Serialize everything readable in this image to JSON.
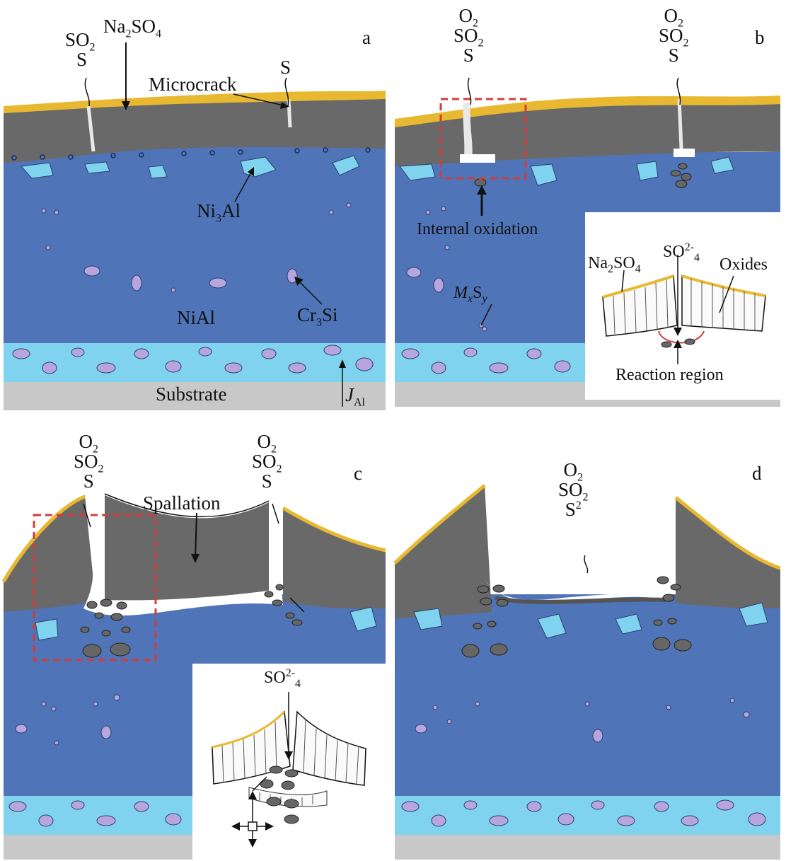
{
  "panels": {
    "a": {
      "letter": "a",
      "gas_so2": "SO",
      "gas_so2_sub": "2",
      "gas_s": "S",
      "salt_pre": "Na",
      "salt_sub1": "2",
      "salt_mid": "SO",
      "salt_sub2": "4",
      "crack_s": "S",
      "microcrack": "Microcrack",
      "ni3al_pre": "Ni",
      "ni3al_sub": "3",
      "ni3al_post": "Al",
      "nial": "NiAl",
      "cr3si_pre": "Cr",
      "cr3si_sub": "3",
      "cr3si_post": "Si",
      "substrate": "Substrate",
      "flux": "J",
      "flux_sub": "Al"
    },
    "b": {
      "letter": "b",
      "gases_left": [
        "O",
        "SO",
        "S"
      ],
      "gases_right": [
        "O",
        "SO",
        "S"
      ],
      "sub2": "2",
      "internal_oxidation": "Internal oxidation",
      "mxsy_m": "M",
      "mxsy_x": "x",
      "mxsy_s": "S",
      "mxsy_y": "y",
      "inset": {
        "salt_pre": "Na",
        "salt_sub1": "2",
        "salt_mid": "SO",
        "salt_sub2": "4",
        "sulfate": "SO",
        "sulfate_sup": "2-",
        "sulfate_sub": "4",
        "oxides": "Oxides",
        "reaction_region": "Reaction region"
      }
    },
    "c": {
      "letter": "c",
      "gases_left": [
        "O",
        "SO",
        "S"
      ],
      "gases_right": [
        "O",
        "SO",
        "S"
      ],
      "sub2": "2",
      "spallation": "Spallation",
      "inset_sulfate": "SO",
      "inset_sulfate_sup": "2-",
      "inset_sulfate_sub": "4"
    },
    "d": {
      "letter": "d",
      "gases": [
        "O",
        "SO",
        "S"
      ],
      "sub2": "2"
    }
  },
  "colors": {
    "coating_blue": "#4f74b8",
    "oxide_gray": "#696969",
    "salt_yellow": "#e8b830",
    "ni3al_cyan": "#7fd3ee",
    "cr3si_lavender": "#b7a6dd",
    "substrate_gray": "#c8c8c8",
    "box_red": "#d23c3c"
  }
}
